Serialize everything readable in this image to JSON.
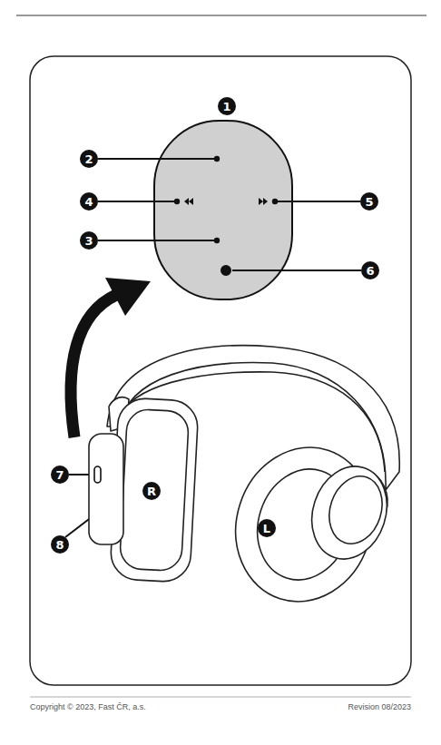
{
  "diagram": {
    "labels": [
      "1",
      "2",
      "4",
      "5",
      "3",
      "6",
      "7",
      "8",
      "R",
      "L",
      "Copyright © 2023, Fast ČR, a.s.",
      "Revision 08/2023"
    ]
  }
}
